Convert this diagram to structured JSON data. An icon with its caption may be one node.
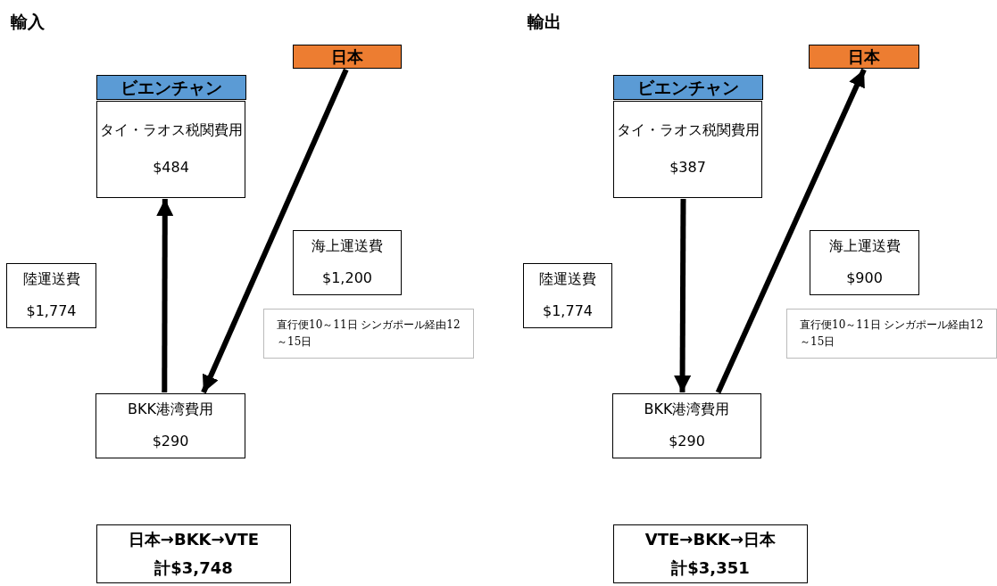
{
  "diagram": {
    "nodes": [
      {
        "text": [
          "ビエンチャン",
          "タイ・ラオス税関費用",
          "$484"
        ]
      },
      {
        "text": [
          "日本"
        ]
      },
      {
        "text": [
          "海上運送費",
          "$1,200"
        ]
      },
      {
        "text": [
          "直行便10～11日 シンガポール経由12～15日"
        ]
      },
      {
        "text": [
          "陸運送費",
          "$1,774"
        ]
      },
      {
        "text": [
          "BKK港湾費用",
          "$290"
        ]
      },
      {
        "text": [
          "日本→BKK→VTE",
          "計$3,748"
        ]
      },
      {
        "text": [
          "ビエンチャン",
          "タイ・ラオス税関費用",
          "$387"
        ]
      },
      {
        "text": [
          "日本"
        ]
      },
      {
        "text": [
          "海上運送費",
          "$900"
        ]
      },
      {
        "text": [
          "直行便10～11日 シンガポール経由12～15日"
        ]
      },
      {
        "text": [
          "陸運送費",
          "$1,774"
        ]
      },
      {
        "text": [
          "BKK港湾費用",
          "$290"
        ]
      },
      {
        "text": [
          "VTE→BKK→日本",
          "計$3,351"
        ]
      }
    ],
    "edges": [
      {
        "from": 1,
        "to": 5,
        "arrow": "to"
      },
      {
        "from": 5,
        "to": 0,
        "arrow": "to"
      },
      {
        "from": 7,
        "to": 12,
        "arrow": "to"
      },
      {
        "from": 12,
        "to": 8,
        "arrow": "to"
      }
    ],
    "labels": [
      "輸入",
      "輸出"
    ]
  }
}
